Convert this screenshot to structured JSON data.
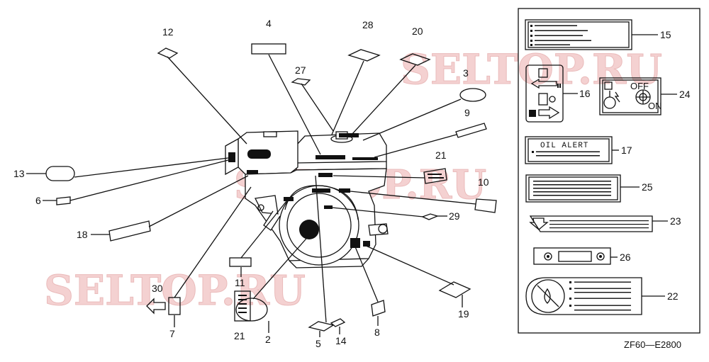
{
  "diagram_code": "ZF60—E2800",
  "watermarks": [
    "SELTOP.RU",
    "SELTOP.RU",
    "SELTOP.RU"
  ],
  "oil_alert_text": "OIL ALERT",
  "switch_off": "OFF",
  "switch_on": "ON",
  "part_numbers": [
    "12",
    "4",
    "28",
    "20",
    "27",
    "3",
    "9",
    "13",
    "6",
    "21",
    "10",
    "18",
    "29",
    "11",
    "30",
    "7",
    "21",
    "2",
    "5",
    "14",
    "8",
    "19",
    "15",
    "16",
    "24",
    "17",
    "25",
    "23",
    "26",
    "22"
  ]
}
